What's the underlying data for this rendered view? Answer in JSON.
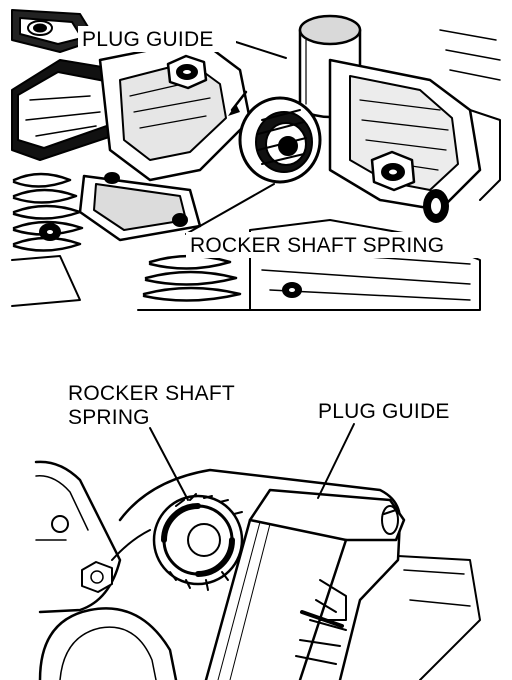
{
  "top_view": {
    "label_plug_guide": "PLUG GUIDE",
    "label_rocker_shaft_spring": "ROCKER SHAFT SPRING"
  },
  "bottom_view": {
    "label_rocker_shaft_spring_line1": "ROCKER SHAFT",
    "label_rocker_shaft_spring_line2": "SPRING",
    "label_plug_guide": "PLUG GUIDE"
  }
}
